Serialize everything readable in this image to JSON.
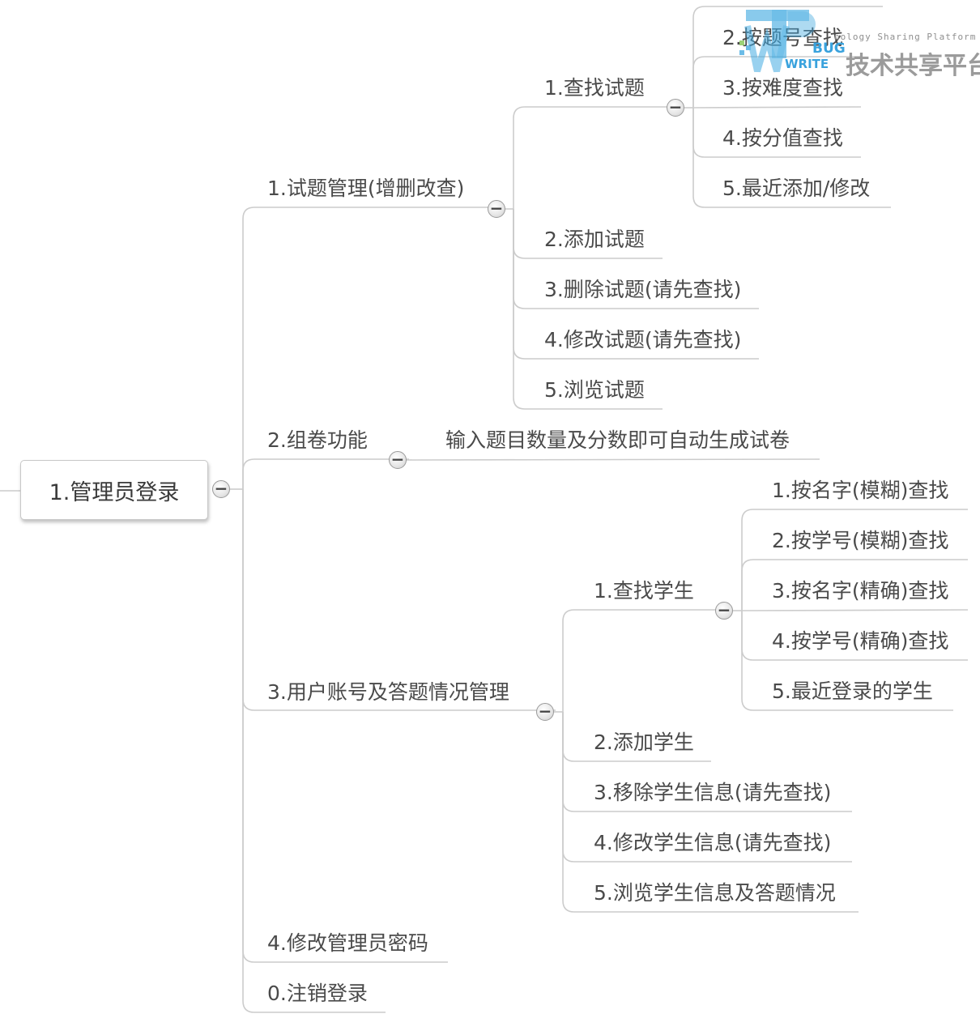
{
  "root": {
    "label": "1.管理员登录"
  },
  "branches": [
    {
      "label": "1.试题管理(增删改查)",
      "children": [
        {
          "label": "1.查找试题",
          "children": [
            {
              "label": "2.按题号查找"
            },
            {
              "label": "3.按难度查找"
            },
            {
              "label": "4.按分值查找"
            },
            {
              "label": "5.最近添加/修改"
            }
          ]
        },
        {
          "label": "2.添加试题"
        },
        {
          "label": "3.删除试题(请先查找)"
        },
        {
          "label": "4.修改试题(请先查找)"
        },
        {
          "label": "5.浏览试题"
        }
      ]
    },
    {
      "label": "2.组卷功能",
      "children": [
        {
          "label": "输入题目数量及分数即可自动生成试卷"
        }
      ]
    },
    {
      "label": "3.用户账号及答题情况管理",
      "children": [
        {
          "label": "1.查找学生",
          "children": [
            {
              "label": "1.按名字(模糊)查找"
            },
            {
              "label": "2.按学号(模糊)查找"
            },
            {
              "label": "3.按名字(精确)查找"
            },
            {
              "label": "4.按学号(精确)查找"
            },
            {
              "label": "5.最近登录的学生"
            }
          ]
        },
        {
          "label": "2.添加学生"
        },
        {
          "label": "3.移除学生信息(请先查找)"
        },
        {
          "label": "4.修改学生信息(请先查找)"
        },
        {
          "label": "5.浏览学生信息及答题情况"
        }
      ]
    },
    {
      "label": "4.修改管理员密码"
    },
    {
      "label": "0.注销登录"
    }
  ],
  "toggle_symbol": "−",
  "watermark": {
    "tagline": "nology Sharing Platform",
    "name": "技术共享平台",
    "bug": "BUG",
    "write": "WRITE"
  },
  "colors": {
    "line": "#cccccc",
    "text": "#4a4a4a",
    "logo_blue": "#39a2dd"
  }
}
